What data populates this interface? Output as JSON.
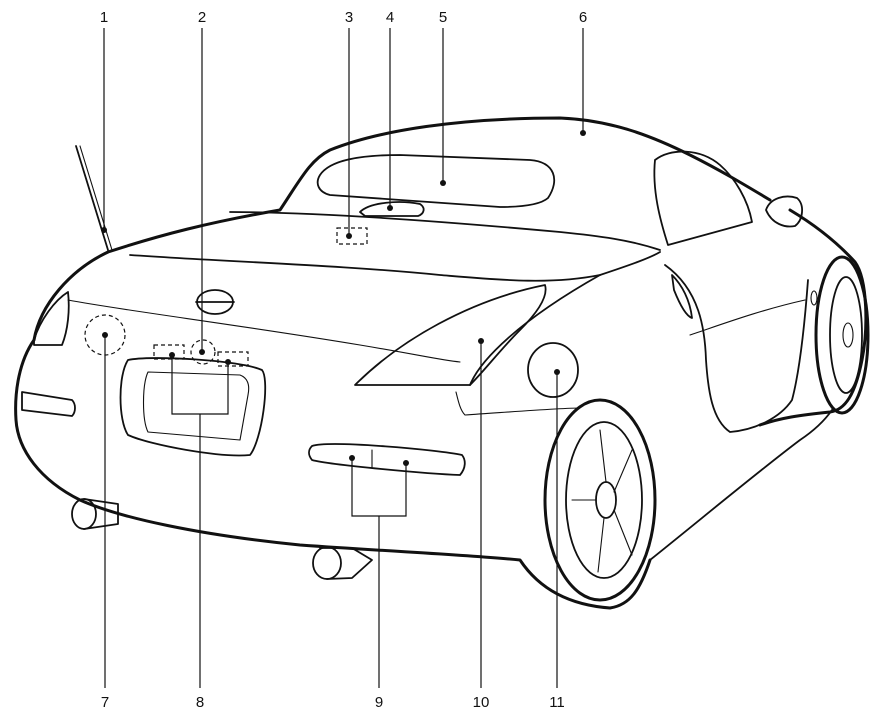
{
  "diagram": {
    "accent_color": "#111111",
    "background_color": "#ffffff",
    "callouts": [
      {
        "id": 1,
        "label": "1"
      },
      {
        "id": 2,
        "label": "2"
      },
      {
        "id": 3,
        "label": "3"
      },
      {
        "id": 4,
        "label": "4"
      },
      {
        "id": 5,
        "label": "5"
      },
      {
        "id": 6,
        "label": "6"
      },
      {
        "id": 7,
        "label": "7"
      },
      {
        "id": 8,
        "label": "8"
      },
      {
        "id": 9,
        "label": "9"
      },
      {
        "id": 10,
        "label": "10"
      },
      {
        "id": 11,
        "label": "11"
      }
    ]
  }
}
